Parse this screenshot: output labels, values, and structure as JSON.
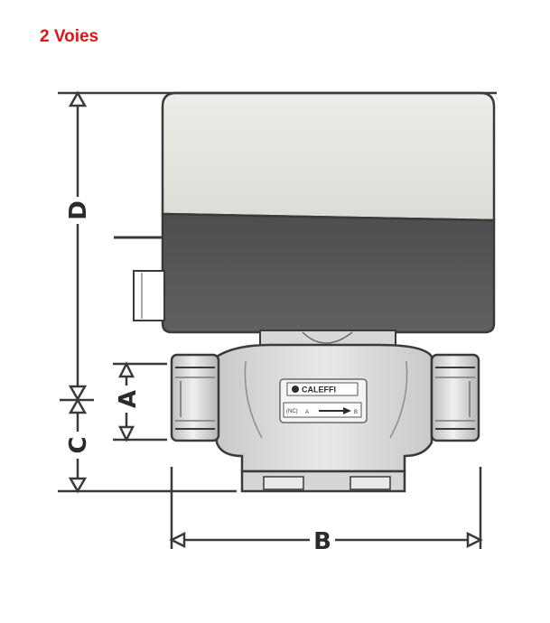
{
  "title": "2 Voies",
  "colors": {
    "title": "#e0141b",
    "actuator_top": "#e4e3de",
    "actuator_bottom": "#58595b",
    "valve_body": "#dcdcdc",
    "outline": "#3a3a3a"
  },
  "dimensions": {
    "a": "A",
    "b": "B",
    "c": "C",
    "d": "D"
  },
  "plate": {
    "brand": "CALEFFI",
    "nc": "(NC)",
    "port_a": "A",
    "port_b": "B"
  }
}
